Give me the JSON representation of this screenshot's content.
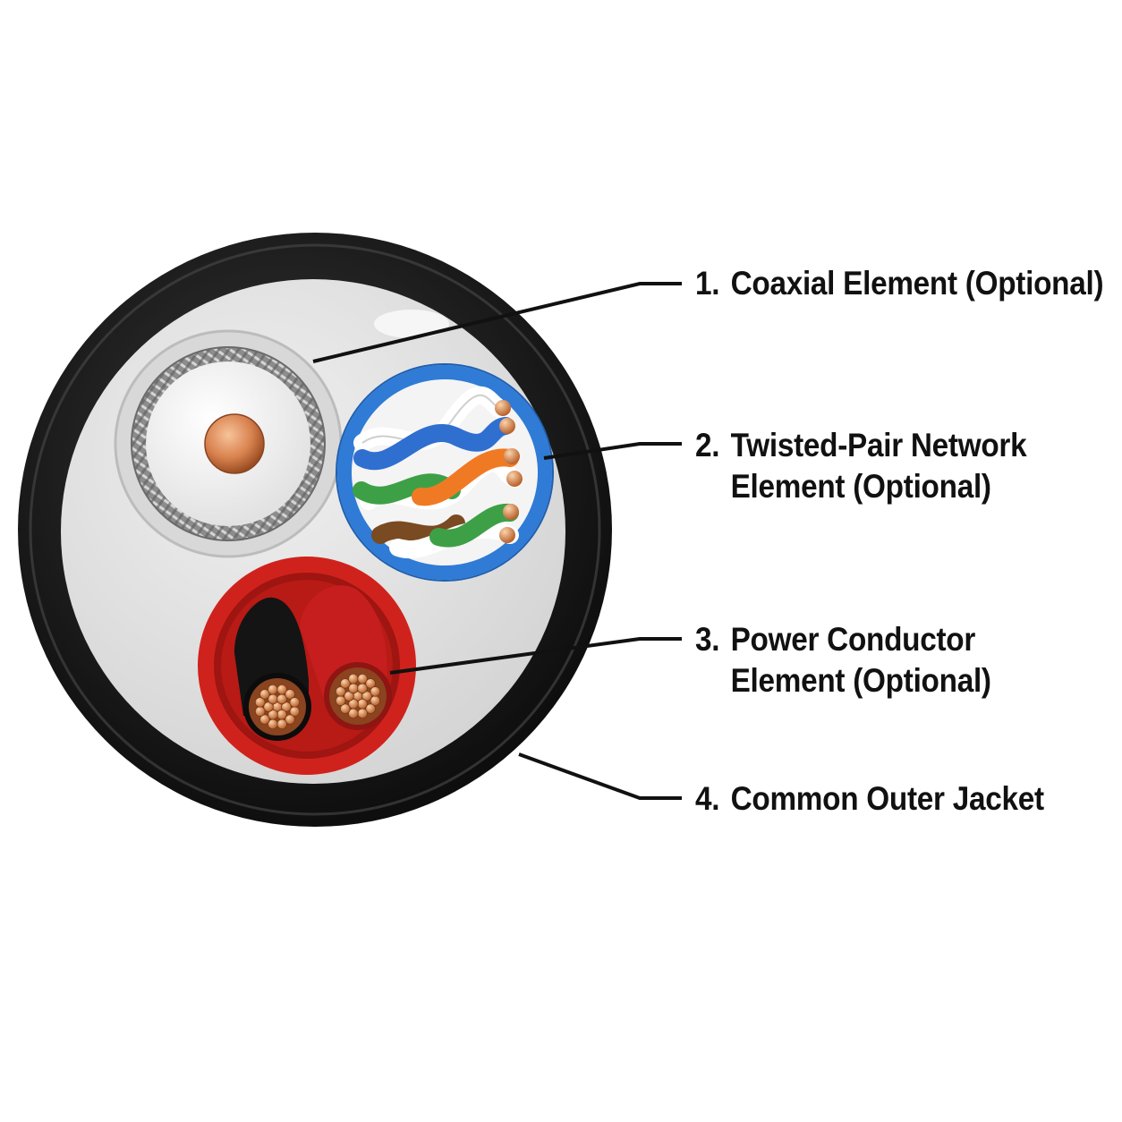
{
  "callouts": [
    {
      "number": "1.",
      "line1": "Coaxial Element (Optional)",
      "line2": ""
    },
    {
      "number": "2.",
      "line1": "Twisted-Pair Network",
      "line2": "Element (Optional)"
    },
    {
      "number": "3.",
      "line1": "Power Conductor",
      "line2": "Element (Optional)"
    },
    {
      "number": "4.",
      "line1": "Common Outer Jacket",
      "line2": ""
    }
  ],
  "colors": {
    "jacket": "#1c1c1c",
    "filler": "#e4e4e4",
    "coax_insulation": "#f6f6f6",
    "copper": "#d9824f",
    "network_jacket": "#2f7bd6",
    "pair_blue": "#2f6fd0",
    "pair_orange": "#f07a24",
    "pair_green": "#3ea046",
    "pair_brown": "#7a4a22",
    "power_jacket": "#d0221c",
    "wire_black": "#141414",
    "wire_red": "#c61e1e"
  }
}
